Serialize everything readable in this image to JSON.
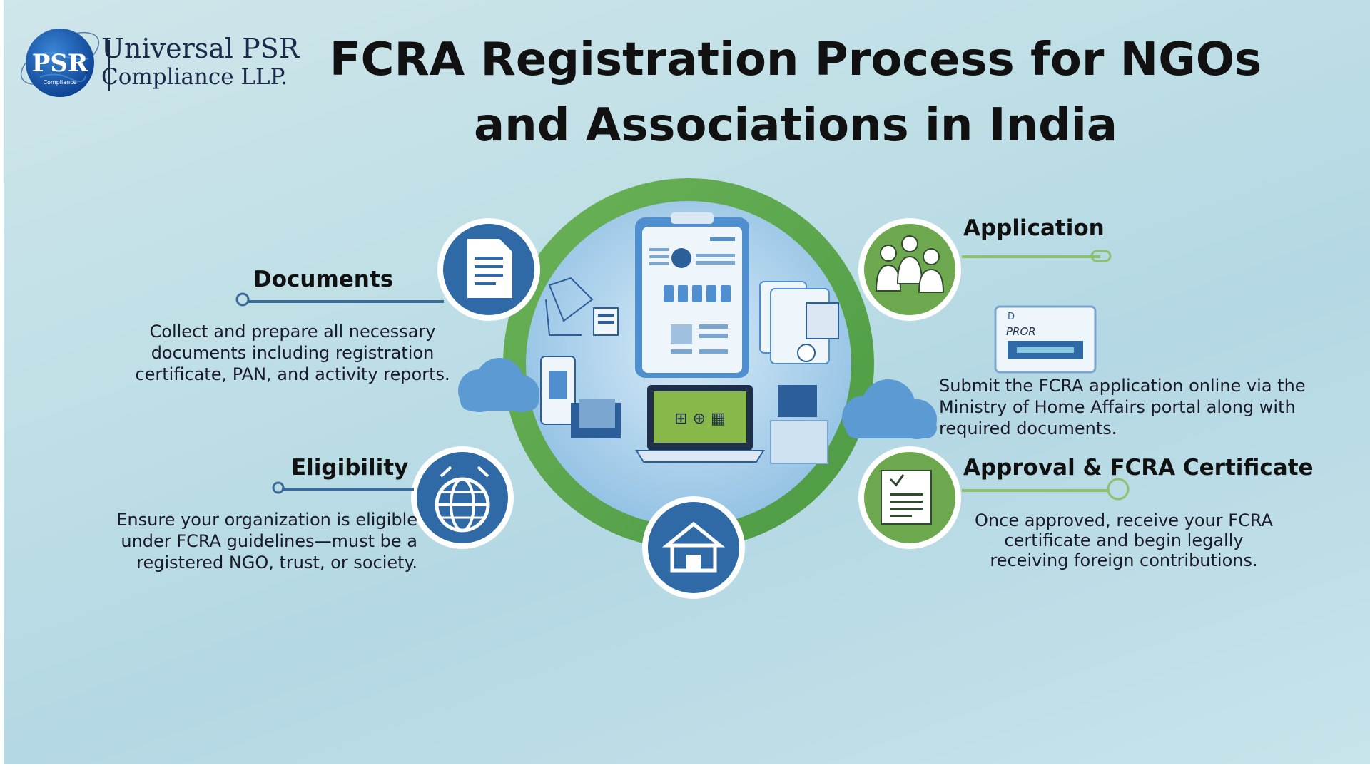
{
  "logo": {
    "mark": "PSR",
    "mark_sub": "Compliance",
    "name_line1": "Universal PSR",
    "name_line2": "Compliance LLP."
  },
  "title": "FCRA Registration Process for NGOs and Associations in India",
  "steps": {
    "documents": {
      "heading": "Documents",
      "description": "Collect and prepare all necessary documents including registration certificate, PAN, and activity reports.",
      "icon": "document-icon"
    },
    "eligibility": {
      "heading": "Eligibility",
      "description": "Ensure your organization is eligible under FCRA guidelines—must be a registered NGO, trust, or society.",
      "icon": "globe-icon"
    },
    "application": {
      "heading": "Application",
      "description": "Submit the FCRA application online via the Ministry of Home Affairs portal along with required documents.",
      "icon": "people-icon"
    },
    "approval": {
      "heading": "Approval & FCRA Certificate",
      "description": "Once approved, receive your FCRA certificate and begin legally receiving foreign contributions.",
      "icon": "certificate-icon"
    }
  },
  "center": {
    "card_label": "PROR",
    "card_corner": "D",
    "bottom_icon": "building-icon"
  },
  "colors": {
    "green_ring": "#5fa84a",
    "blue_circle": "#2f6aa6",
    "inner_light": "#a9cfe9",
    "connector_blue": "#3b6b9a",
    "connector_green": "#8cc16f"
  }
}
